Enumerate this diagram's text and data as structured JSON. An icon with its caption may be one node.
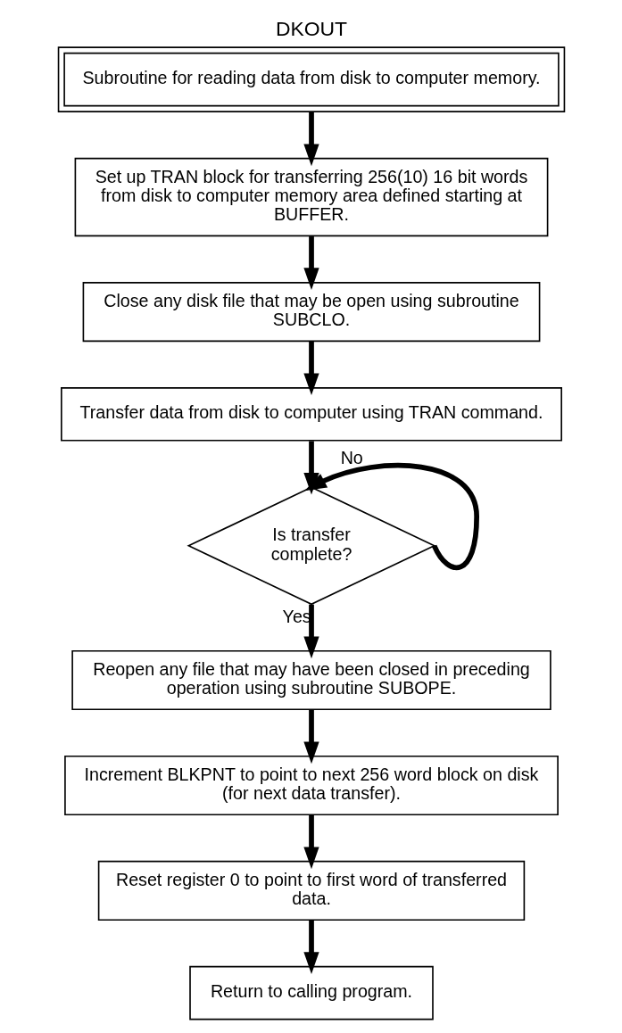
{
  "diagram": {
    "title": "DKOUT",
    "nodes": [
      {
        "text": [
          "Subroutine for reading data from disk to computer memory."
        ]
      },
      {
        "text": [
          "Set up TRAN block for transferring 256(10) 16 bit words from disk to computer memory area defined starting at BUFFER."
        ]
      },
      {
        "text": [
          "Close any disk file that may be open using subroutine SUBCLO."
        ]
      },
      {
        "text": [
          "Transfer data from disk to computer using TRAN command."
        ]
      },
      {
        "text": [
          "Is transfer complete?"
        ]
      },
      {
        "text": [
          "Reopen any file that may have been closed in preceding operation using subroutine SUBOPE."
        ]
      },
      {
        "text": [
          "Increment BLKPNT to point to next 256 word block on disk (for next data transfer)."
        ]
      },
      {
        "text": [
          "Reset register 0 to point to first word of transferred data."
        ]
      },
      {
        "text": [
          "Return to calling program."
        ]
      }
    ],
    "edges": [
      {
        "from": 0,
        "to": 1,
        "arrow": "to"
      },
      {
        "from": 1,
        "to": 2,
        "arrow": "to"
      },
      {
        "from": 2,
        "to": 3,
        "arrow": "to"
      },
      {
        "from": 3,
        "to": 4,
        "arrow": "to"
      },
      {
        "from": 4,
        "to": 4,
        "arrow": "to",
        "label": "No"
      },
      {
        "from": 4,
        "to": 5,
        "arrow": "to",
        "label": "Yes"
      },
      {
        "from": 5,
        "to": 6,
        "arrow": "to"
      },
      {
        "from": 6,
        "to": 7,
        "arrow": "to"
      },
      {
        "from": 7,
        "to": 8,
        "arrow": "to"
      }
    ]
  }
}
